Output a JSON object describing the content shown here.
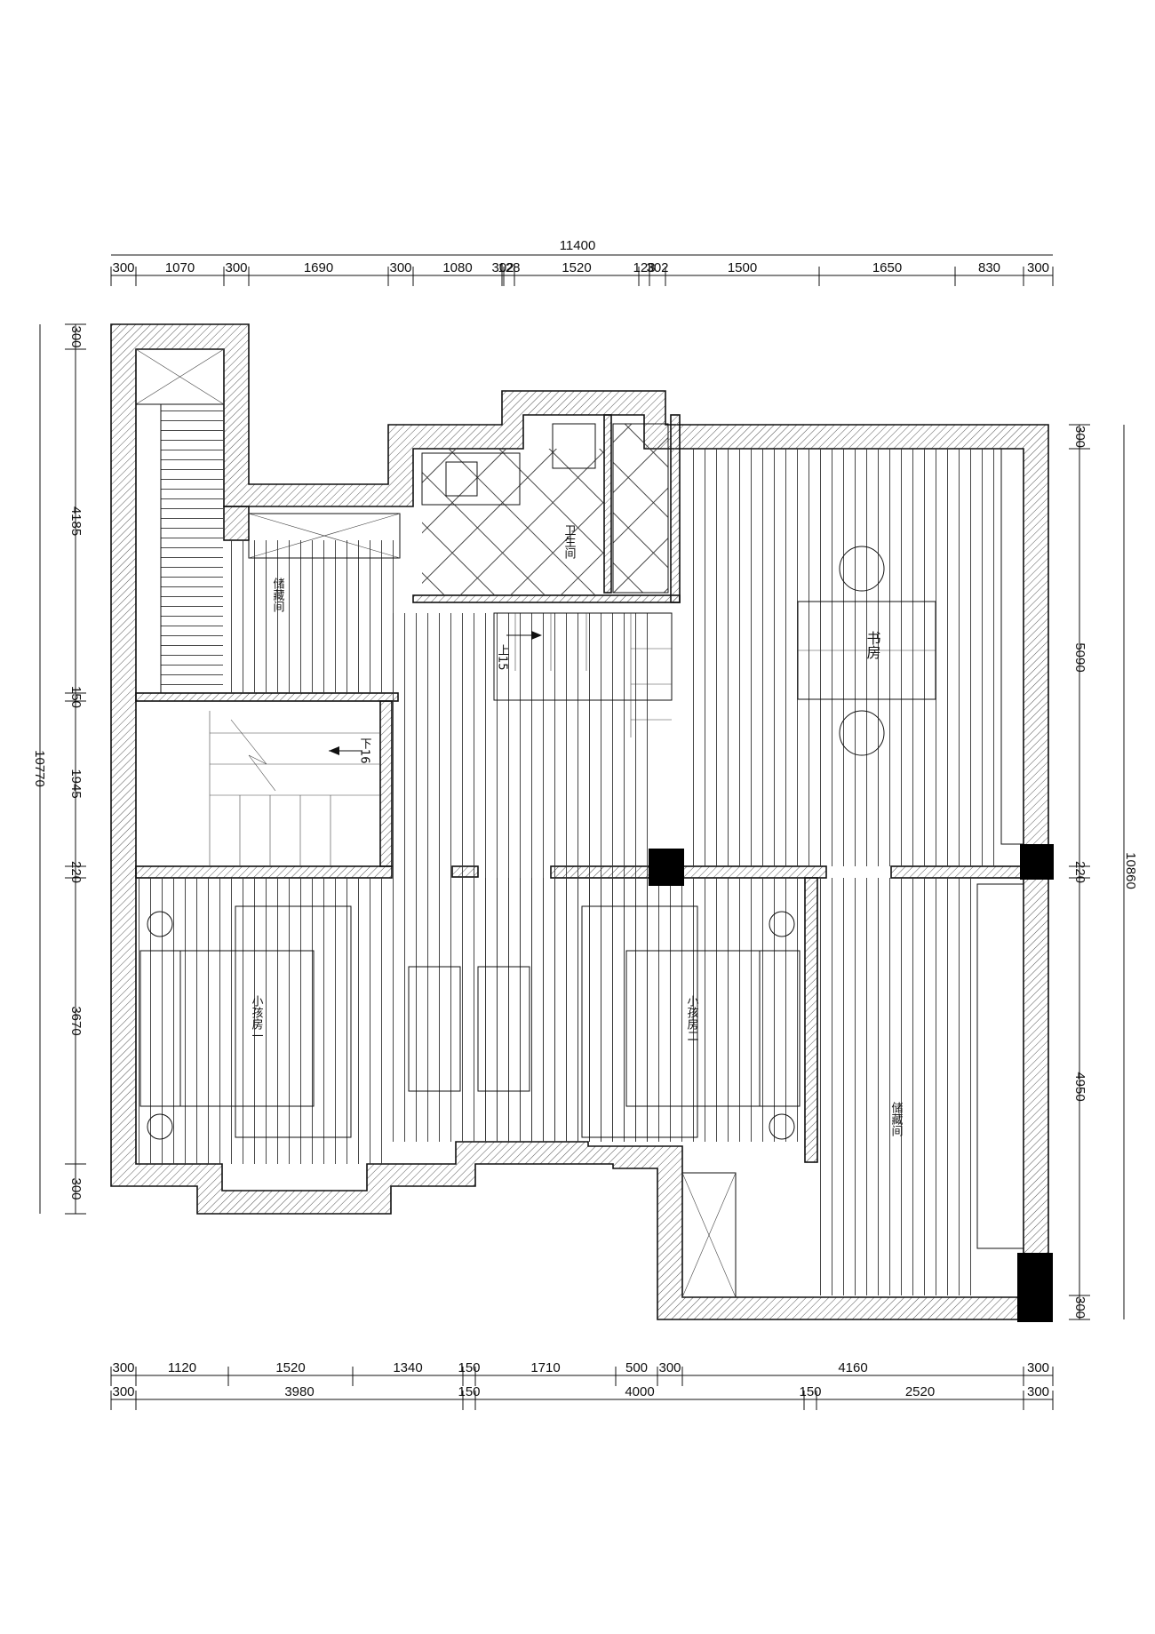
{
  "dimensions": {
    "top_total": "11400",
    "top_segments": [
      "300",
      "1070",
      "300",
      "1690",
      "300",
      "1080",
      "302",
      "128",
      "1520",
      "128",
      "302",
      "1500",
      "1650",
      "830",
      "300"
    ],
    "bottom_row1": [
      "300",
      "1120",
      "1520",
      "1340",
      "150",
      "1710",
      "500",
      "300",
      "4160",
      "300"
    ],
    "bottom_row2": [
      "300",
      "3980",
      "150",
      "4000",
      "150",
      "2520",
      "300"
    ],
    "left_total": "10770",
    "left_segments": [
      "300",
      "4185",
      "150",
      "1945",
      "220",
      "3670",
      "300"
    ],
    "right_total": "10860",
    "right_segments": [
      "300",
      "5090",
      "220",
      "4950",
      "300"
    ]
  },
  "rooms": {
    "bathroom": "卫生间",
    "study": "书房",
    "storage_top": "储藏间",
    "storage_right": "储藏间",
    "kids_room_1": "小孩房一",
    "kids_room_2": "小孩房二"
  },
  "stairs": {
    "up_label": "上15",
    "down_label": "下16"
  },
  "colors": {
    "line": "#111111",
    "wall_hatch": "#555555",
    "column_fill": "#000000",
    "background": "#ffffff"
  }
}
